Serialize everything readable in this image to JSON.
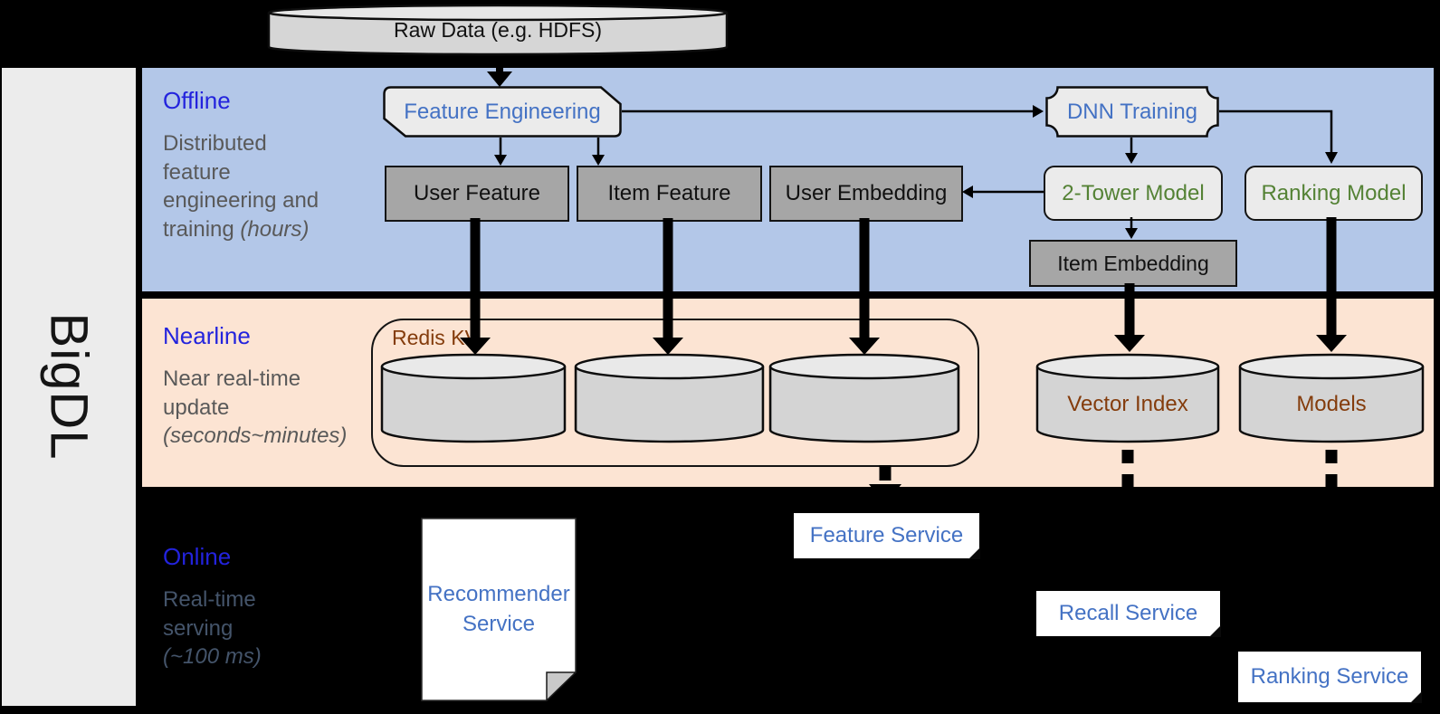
{
  "sidebar": {
    "brand": "BigDL"
  },
  "source": {
    "label": "Raw Data (e.g. HDFS)"
  },
  "bands": {
    "offline": {
      "title": "Offline",
      "line1": "Distributed",
      "line2": "feature",
      "line3": "engineering and",
      "line4_pre": "training ",
      "line4_italic": "(hours)"
    },
    "nearline": {
      "title": "Nearline",
      "line1": "Near real-time",
      "line2": "update",
      "line3_italic": "(seconds~minutes)"
    },
    "online": {
      "title": "Online",
      "line1": "Real-time",
      "line2": "serving",
      "line3_italic": "(~100 ms)"
    }
  },
  "offline_nodes": {
    "feature_engineering": "Feature Engineering",
    "dnn_training": "DNN Training",
    "user_feature": "User Feature",
    "item_feature": "Item Feature",
    "user_embedding": "User Embedding",
    "two_tower_model": "2-Tower Model",
    "ranking_model": "Ranking Model",
    "item_embedding": "Item Embedding"
  },
  "nearline_nodes": {
    "redis_kv": "Redis KV",
    "vector_index": "Vector Index",
    "models": "Models"
  },
  "online_nodes": {
    "recommender_service": "Recommender Service",
    "feature_service": "Feature Service",
    "recall_service": "Recall Service",
    "ranking_service": "Ranking Service"
  },
  "colors": {
    "background": "#000000",
    "offline_band": "#b3c7e8",
    "nearline_band": "#fce4d3",
    "sidebar": "#ececec",
    "band_title_blue": "#2323dd",
    "desc_gray": "#595959",
    "desc_slate": "#44546a",
    "node_text_blue": "#4472c4",
    "node_text_green": "#548235",
    "node_text_brown": "#843c0c",
    "gray_box_fill": "#a6a6a6",
    "light_box_fill": "#ebebeb",
    "cylinder_fill": "#d4d4d4"
  }
}
